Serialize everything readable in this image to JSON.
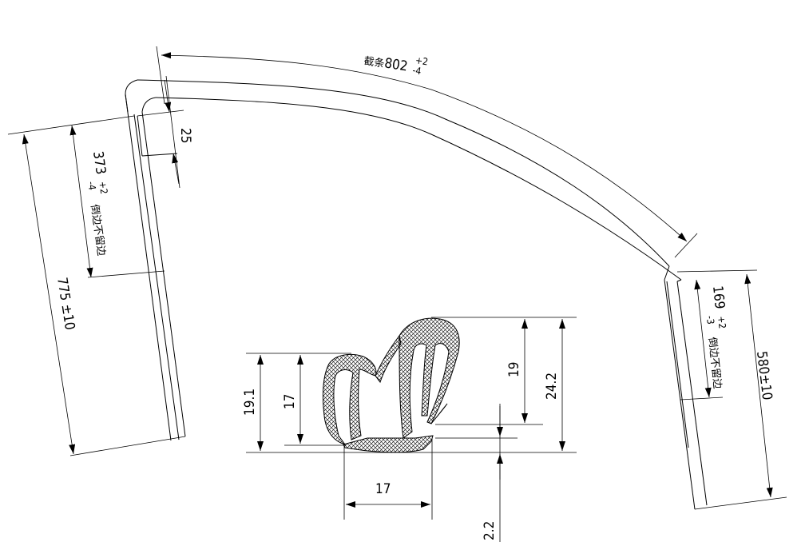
{
  "dimensions": {
    "arc_length": {
      "prefix": "截条",
      "value": "802",
      "tol_plus": "+2",
      "tol_minus": "-4"
    },
    "left_top_small": "25",
    "left_upper": {
      "value": "373",
      "tol_minus": "-4",
      "tol_plus": "+2",
      "note": "倒边不留边"
    },
    "left_total": "775 ±10",
    "right_upper": {
      "value": "169",
      "tol_minus": "-3",
      "tol_plus": "+2",
      "note": "倒边不留边"
    },
    "right_total": "580±10",
    "section": {
      "left_outer_height": "19.1",
      "left_inner_height": "17",
      "right_inner_height": "19",
      "right_outer_height": "24.2",
      "bottom_width": "17",
      "bottom_gap": "2.2"
    }
  }
}
